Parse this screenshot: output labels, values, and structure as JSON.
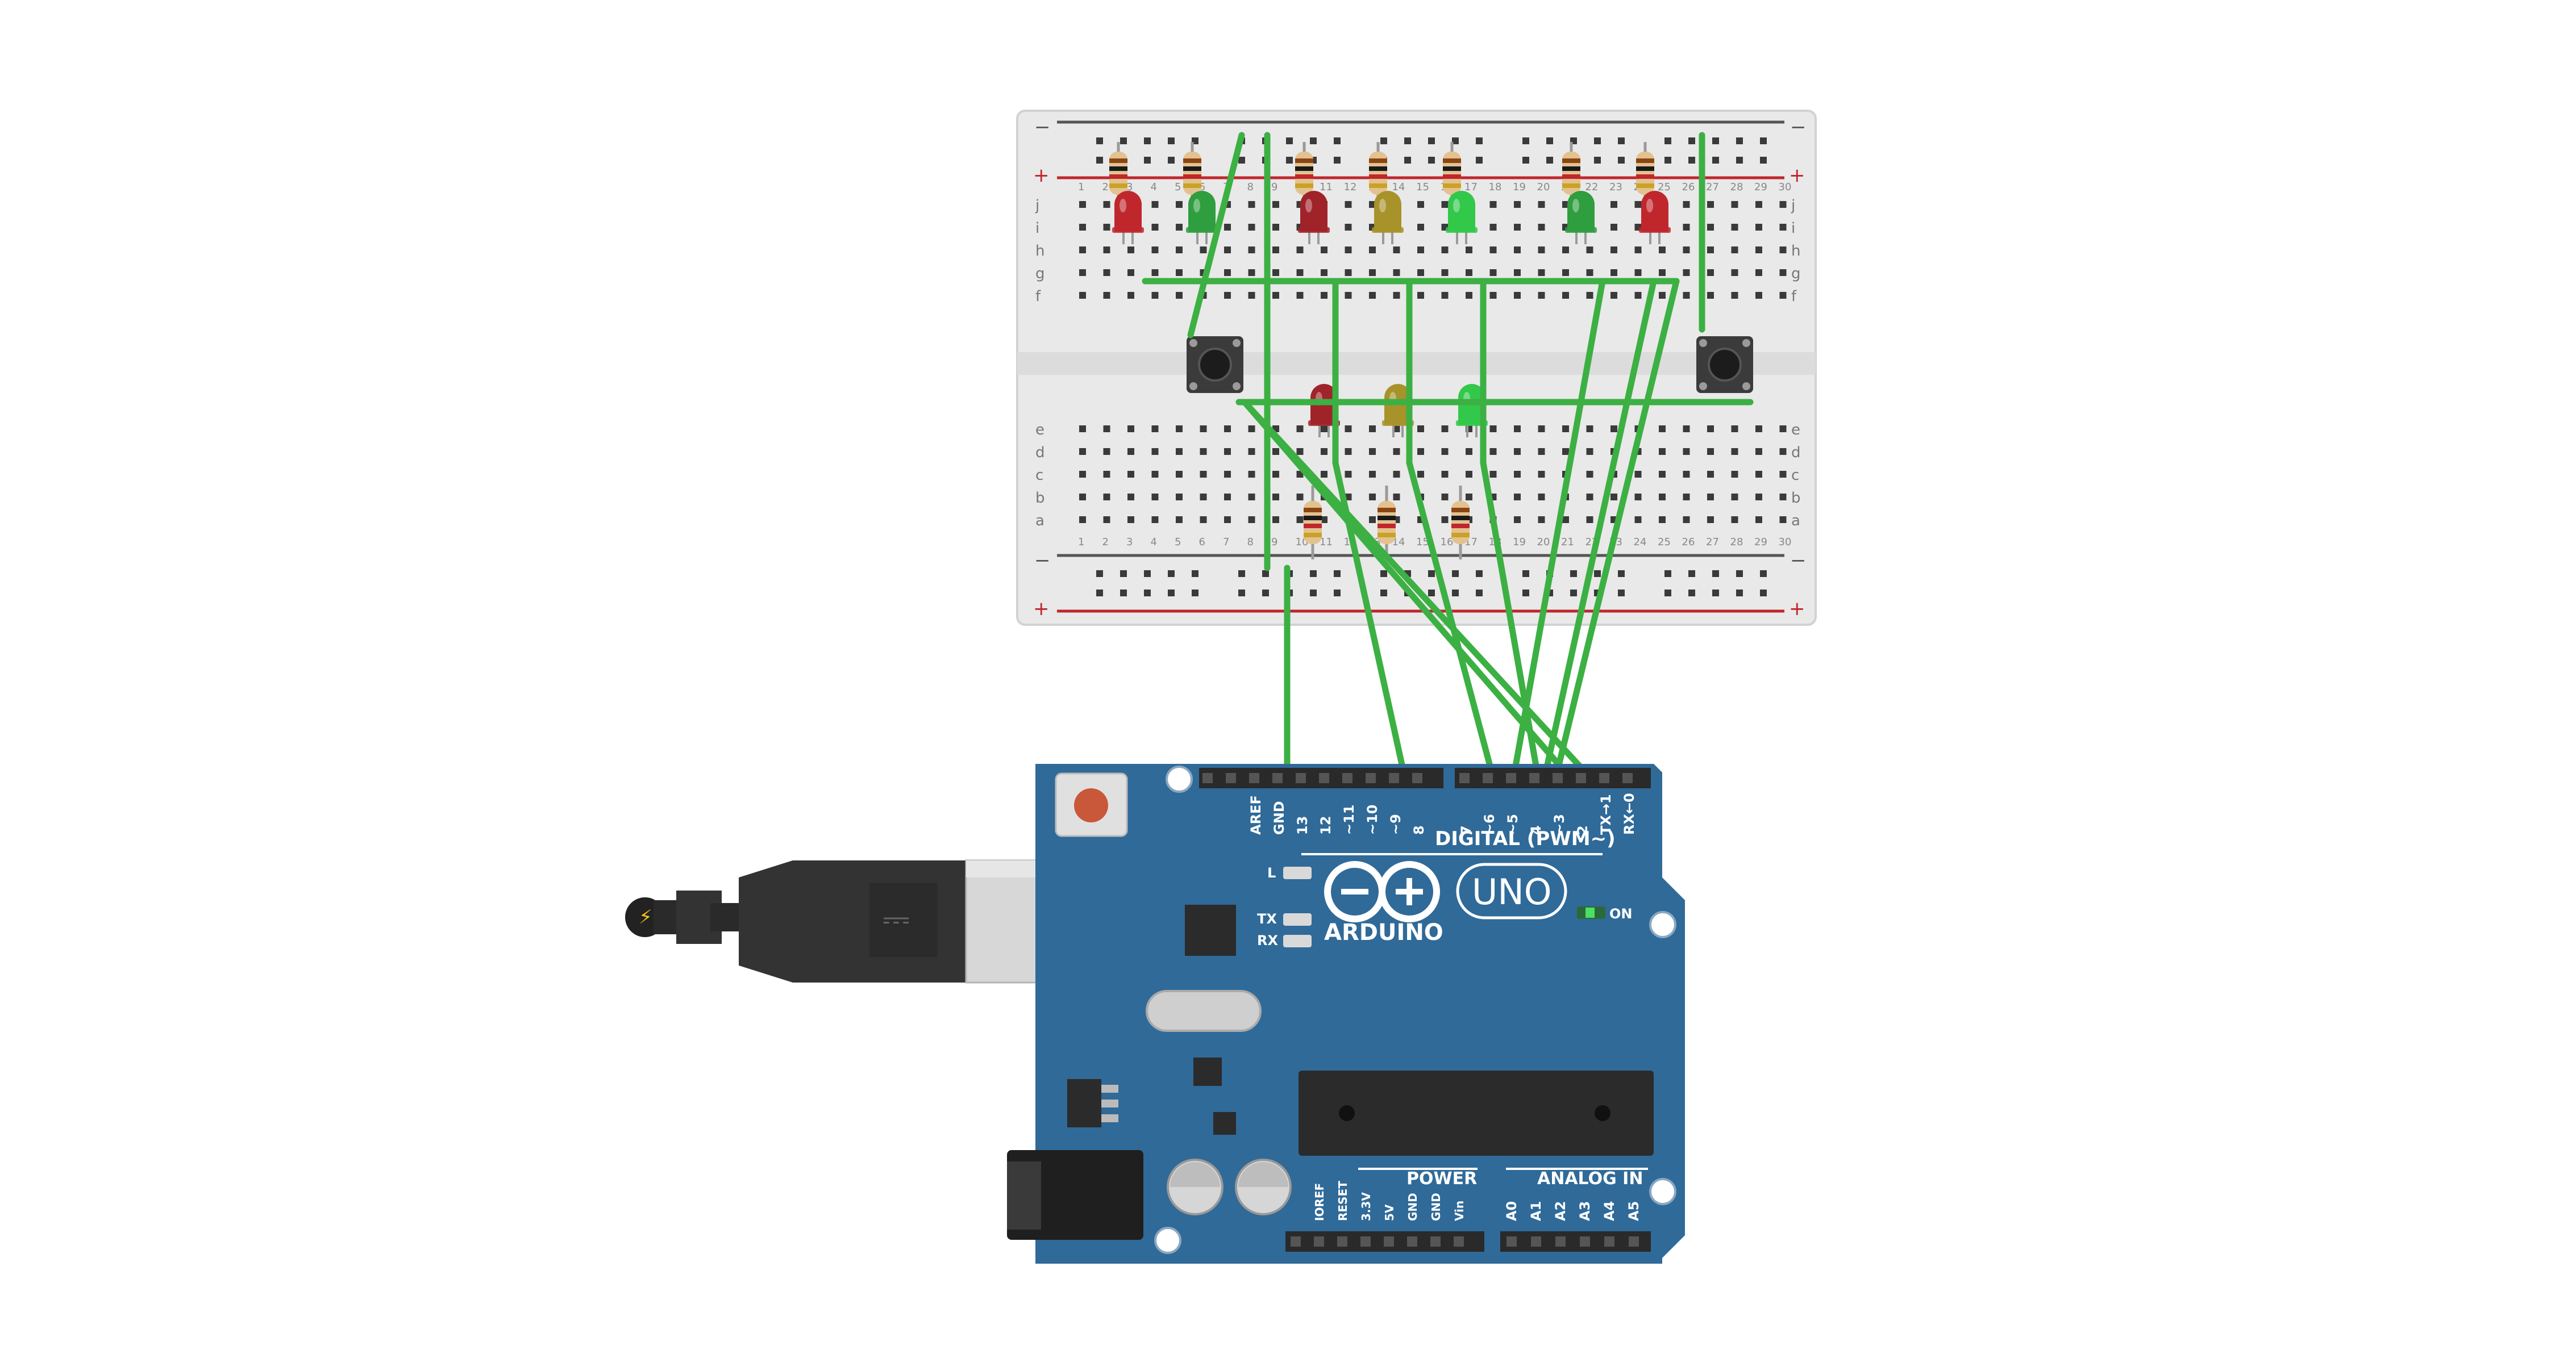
{
  "board": {
    "logo_text": "ARDUINO",
    "model_text": "UNO",
    "on_label": "ON",
    "led_l_label": "L",
    "led_tx_label": "TX",
    "led_rx_label": "RX",
    "digital_header_label": "DIGITAL (PWM~)",
    "power_header_label": "POWER",
    "analog_header_label": "ANALOG IN",
    "digital_pins": [
      "AREF",
      "GND",
      "13",
      "12",
      "~11",
      "~10",
      "~9",
      "8",
      "7",
      "~6",
      "~5",
      "4",
      "~3",
      "2",
      "TX→1",
      "RX←0"
    ],
    "power_pins": [
      "IOREF",
      "RESET",
      "3.3V",
      "5V",
      "GND",
      "GND",
      "Vin"
    ],
    "analog_pins": [
      "A0",
      "A1",
      "A2",
      "A3",
      "A4",
      "A5"
    ]
  },
  "breadboard": {
    "rail_minus": "−",
    "rail_plus": "+",
    "row_letters_top": [
      "j",
      "i",
      "h",
      "g",
      "f"
    ],
    "row_letters_bottom": [
      "e",
      "d",
      "c",
      "b",
      "a"
    ],
    "column_numbers": [
      "1",
      "2",
      "3",
      "4",
      "5",
      "6",
      "7",
      "8",
      "9",
      "10",
      "11",
      "12",
      "13",
      "14",
      "15",
      "16",
      "17",
      "18",
      "19",
      "20",
      "21",
      "22",
      "23",
      "24",
      "25",
      "26",
      "27",
      "28",
      "29",
      "30"
    ]
  },
  "components": {
    "top_leds": [
      {
        "color": "#c0272d"
      },
      {
        "color": "#2e9e3e"
      },
      {
        "color": "#a0232a"
      },
      {
        "color": "#a8922a"
      },
      {
        "color": "#32c84a"
      },
      {
        "color": "#2e9e3e"
      },
      {
        "color": "#c0272d"
      }
    ],
    "middle_leds": [
      {
        "color": "#a0232a"
      },
      {
        "color": "#a8922a"
      },
      {
        "color": "#32c84a"
      }
    ]
  },
  "colors": {
    "wire": "#3cb043",
    "board_blue": "#2f6a99",
    "breadboard": "#e9e9e9"
  }
}
